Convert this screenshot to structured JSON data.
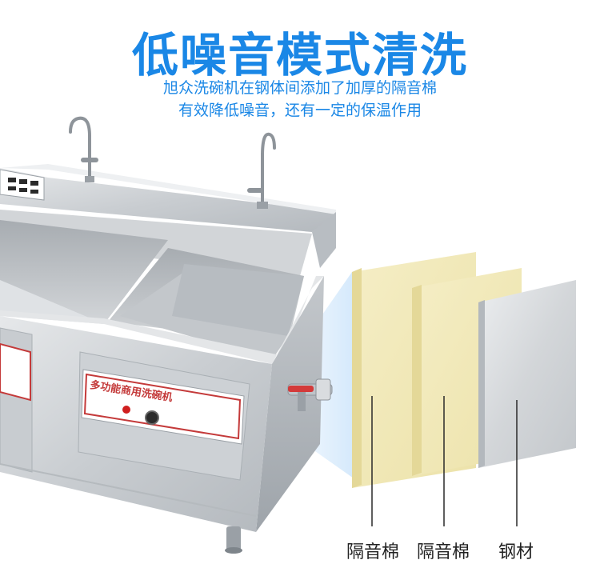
{
  "header": {
    "title": "低噪音模式清洗",
    "subtitle_line1": "旭众洗碗机在钢体间添加了加厚的隔音棉",
    "subtitle_line2": "有效降低噪音，还有一定的保温作用"
  },
  "machine": {
    "panel_text": "多功能商用洗碗机"
  },
  "layers": [
    {
      "label": "隔音棉",
      "color": "#f1e8ba"
    },
    {
      "label": "隔音棉",
      "color": "#f1e8ba"
    },
    {
      "label": "钢材",
      "color": "#d6d9dc"
    }
  ],
  "colors": {
    "accent": "#1a87e6",
    "glow": "#cfe6fb"
  }
}
